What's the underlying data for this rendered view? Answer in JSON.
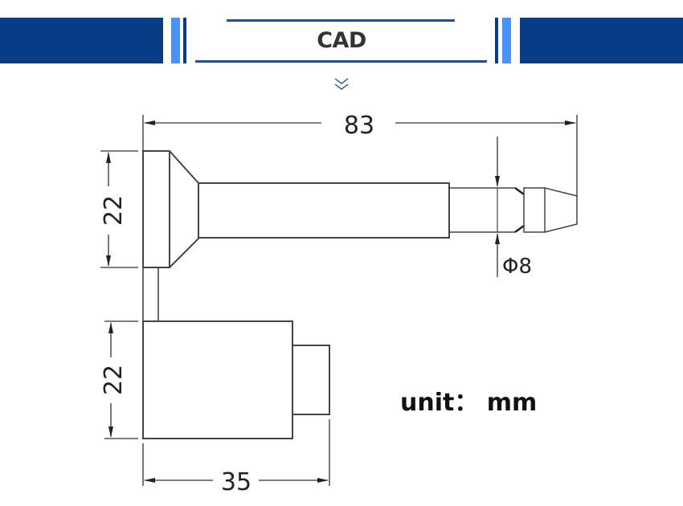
{
  "header": {
    "title": "CAD",
    "colors": {
      "dark_blue": "#073d85",
      "light_blue": "#4893fb",
      "title_text": "#333333"
    },
    "icon": "double-chevron-down-icon"
  },
  "drawing": {
    "dimensions": {
      "overall_length": "83",
      "head_height": "22",
      "body_height": "22",
      "body_width": "35",
      "pin_diameter": "Φ8"
    },
    "unit_label": "unit： mm"
  }
}
